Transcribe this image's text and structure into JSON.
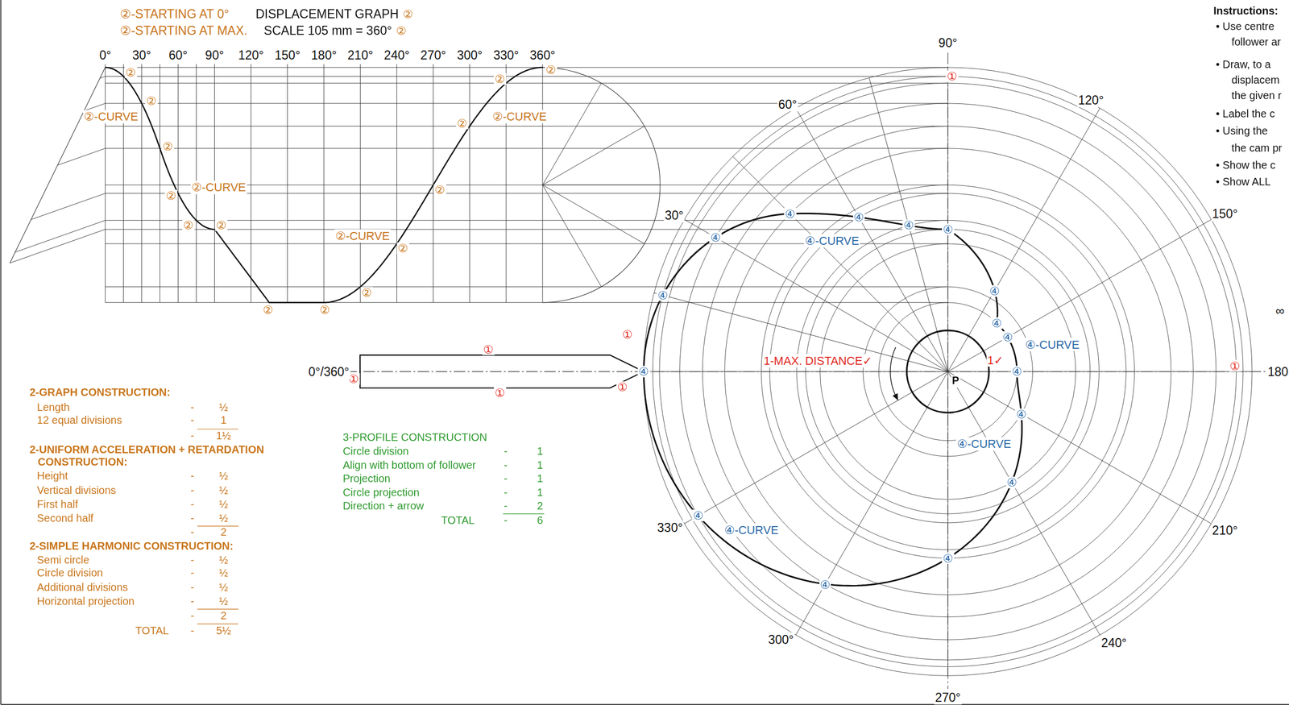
{
  "diagram": {
    "title": "DISPLACEMENT GRAPH",
    "labels": [
      "②-STARTING AT 0°",
      "②-STARTING AT MAX.",
      "②",
      "SCALE 105 mm = 360°",
      "②",
      "0°",
      "30°",
      "60°",
      "90°",
      "120°",
      "150°",
      "180°",
      "210°",
      "240°",
      "270°",
      "300°",
      "330°",
      "360°",
      "②-CURVE",
      "②-CURVE",
      "②-CURVE",
      "②-CURVE",
      "②",
      "②",
      "②",
      "②",
      "②",
      "②",
      "②",
      "②",
      "②",
      "②",
      "②",
      "②",
      "②",
      "②",
      "①",
      "①",
      "①",
      "①",
      "①",
      "①",
      "①",
      "1-MAX. DISTANCE✓",
      "1✓",
      "P",
      "90°",
      "60°",
      "120°",
      "30°",
      "150°",
      "0°/360°",
      "180",
      "330°",
      "210°",
      "300°",
      "240°",
      "270°",
      "④",
      "④",
      "④",
      "④",
      "④",
      "④",
      "④",
      "④",
      "④",
      "④",
      "④",
      "④",
      "④",
      "④",
      "④",
      "④",
      "④-CURVE",
      "④-CURVE",
      "④-CURVE",
      "④-CURVE",
      "Instructions:",
      "• Use centre",
      "follower ar",
      "• Draw, to a",
      "displacem",
      "the given r",
      "• Label the c",
      "• Using the",
      "the cam pr",
      "• Show the c",
      "• Show ALL",
      "∞",
      "2-GRAPH CONSTRUCTION:",
      "Length",
      "-",
      "½",
      "12 equal divisions",
      "-",
      "1",
      "-",
      "1½",
      "2-UNIFORM ACCELERATION + RETARDATION",
      "CONSTRUCTION:",
      "Height",
      "-",
      "½",
      "Vertical divisions",
      "-",
      "½",
      "First half",
      "-",
      "½",
      "Second half",
      "-",
      "½",
      "-",
      "2",
      "2-SIMPLE HARMONIC CONSTRUCTION:",
      "Semi circle",
      "-",
      "½",
      "Circle division",
      "-",
      "½",
      "Additional divisions",
      "-",
      "½",
      "Horizontal projection",
      "-",
      "½",
      "-",
      "2",
      "TOTAL",
      "-",
      "5½",
      "3-PROFILE CONSTRUCTION",
      "Circle division",
      "-",
      "1",
      "Align with bottom of follower",
      "-",
      "1",
      "Projection",
      "-",
      "1",
      "Circle projection",
      "-",
      "1",
      "Direction + arrow",
      "-",
      "2",
      "TOTAL",
      "-",
      "6"
    ]
  }
}
